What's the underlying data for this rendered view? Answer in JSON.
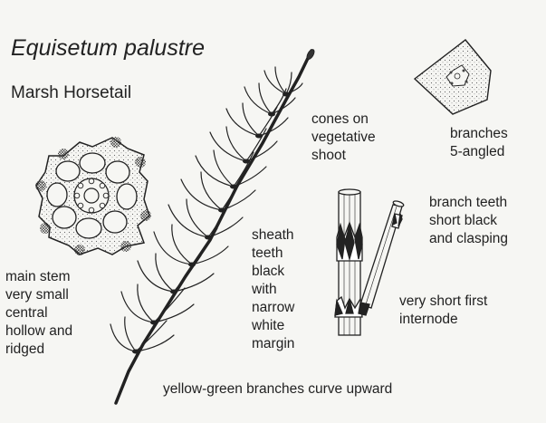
{
  "title": "Equisetum palustre",
  "subtitle": "Marsh Horsetail",
  "labels": {
    "cones": "cones on\nvegetative\nshoot",
    "branches": "branches\n5-angled",
    "branch_teeth": "branch teeth\nshort black\nand clasping",
    "sheath_teeth": "sheath\nteeth\nblack\nwith\nnarrow\nwhite\nmargin",
    "internode": "very short first\ninternode",
    "main_stem": "main stem\nvery small\ncentral\nhollow and\nridged",
    "curve": "yellow-green branches curve upward"
  }
}
